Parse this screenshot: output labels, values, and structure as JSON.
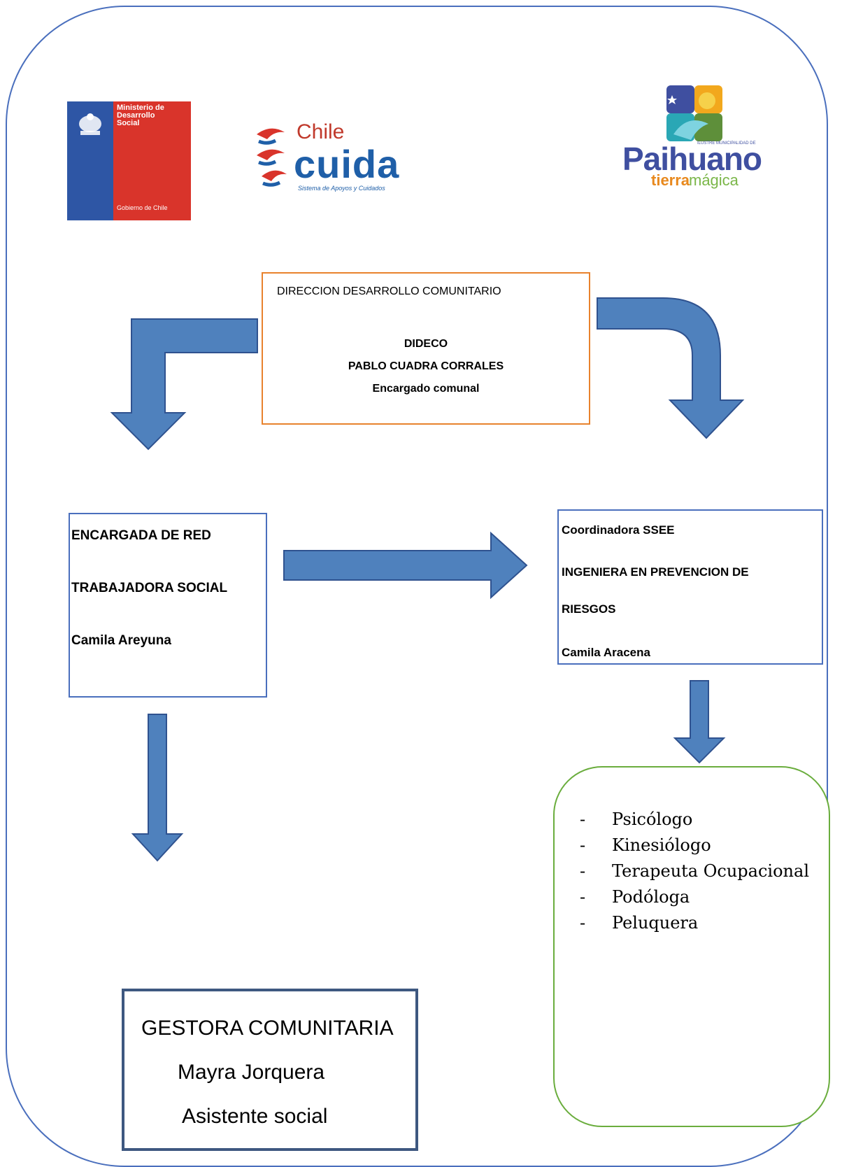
{
  "logos": {
    "ministerio": {
      "title": "Ministerio de\nDesarrollo\nSocial",
      "footer": "Gobierno de Chile"
    },
    "chile_cuida": {
      "small": "Chile",
      "big": "cuida",
      "subtitle": "Sistema de Apoyos y Cuidados"
    },
    "paihuano": {
      "small": "ILUSTRE MUNICIPALIDAD DE",
      "word": "Paihuano",
      "tag_a": "tierra",
      "tag_b": "mágica"
    }
  },
  "dideco_box": {
    "heading": "DIRECCION DESARROLLO COMUNITARIO",
    "line1": "DIDECO",
    "line2": "PABLO CUADRA CORRALES",
    "line3": "Encargado comunal"
  },
  "red_box": {
    "line1": "ENCARGADA DE RED",
    "line2": "TRABAJADORA SOCIAL",
    "line3": "Camila Areyuna"
  },
  "coord_box": {
    "line1": "Coordinadora SSEE",
    "line2": "INGENIERA EN PREVENCION DE",
    "line3": "RIESGOS",
    "line4": "Camila Aracena"
  },
  "team_box": {
    "items": [
      "Psicólogo",
      "Kinesiólogo",
      "Terapeuta Ocupacional",
      "Podóloga",
      "Peluquera"
    ],
    "bullet": "-"
  },
  "gestora_box": {
    "line1": "GESTORA COMUNITARIA",
    "line2": "Mayra Jorquera",
    "line3": "Asistente social"
  },
  "colors": {
    "frame": "#4a6fbd",
    "arrow_fill": "#4f81bd",
    "arrow_stroke": "#2f528f",
    "dideco_border": "#e8822d",
    "team_border": "#6aad3d",
    "gestora_border": "#3e5880"
  }
}
